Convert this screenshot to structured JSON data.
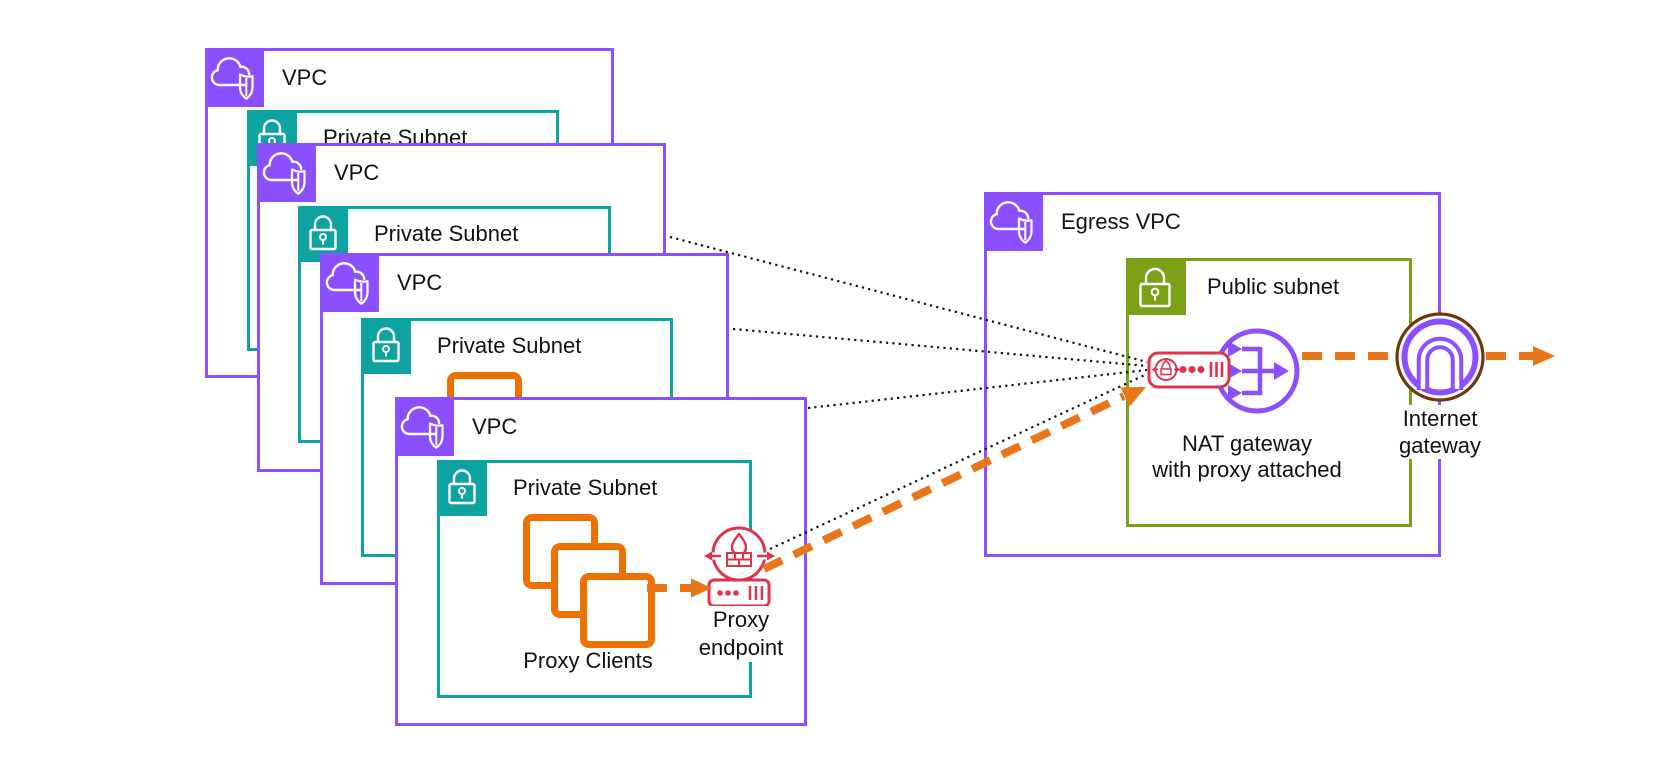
{
  "diagram": {
    "vpcs": [
      {
        "label": "VPC",
        "subnet": {
          "label": "Private Subnet"
        }
      },
      {
        "label": "VPC",
        "subnet": {
          "label": "Private Subnet"
        }
      },
      {
        "label": "VPC",
        "subnet": {
          "label": "Private Subnet"
        }
      },
      {
        "label": "VPC",
        "subnet": {
          "label": "Private Subnet"
        }
      }
    ],
    "proxy_clients": {
      "label": "Proxy Clients"
    },
    "proxy_endpoint": {
      "label_line1": "Proxy",
      "label_line2": "endpoint"
    },
    "egress_vpc": {
      "label": "Egress VPC"
    },
    "public_subnet": {
      "label": "Public subnet"
    },
    "nat_gateway": {
      "label_line1": "NAT gateway",
      "label_line2": "with proxy attached"
    },
    "internet_gateway": {
      "label_line1": "Internet",
      "label_line2": "gateway"
    },
    "icons": {
      "vpc": "cloud-with-shield",
      "private_subnet": "lock",
      "public_subnet": "lock",
      "proxy_clients": "stacked-squares",
      "proxy_endpoint": "firewall-circle-over-server",
      "nat_gateway_with_proxy": "red-proxy-module-on-merge-arrows-circle",
      "internet_gateway": "arch-in-double-circle"
    },
    "colors": {
      "vpc_purple": "#8C4FFF",
      "private_subnet_teal": "#0EA3A1",
      "public_subnet_green": "#7AA116",
      "client_orange": "#ED7100",
      "traffic_arrow_orange": "#E8751A",
      "proxy_red": "#DD344C",
      "igw_ring_brown": "#6F370B",
      "connector_black": "#111111"
    },
    "connections": [
      {
        "from": "private-subnet-vpc-2",
        "to": "nat-gateway-proxy",
        "style": "black-dotted"
      },
      {
        "from": "private-subnet-vpc-3",
        "to": "nat-gateway-proxy",
        "style": "black-dotted"
      },
      {
        "from": "private-subnet-vpc-4",
        "to": "nat-gateway-proxy",
        "style": "black-dotted"
      },
      {
        "from": "proxy-endpoint",
        "to": "nat-gateway-proxy",
        "style": "black-dotted"
      },
      {
        "from": "proxy-clients",
        "to": "proxy-endpoint",
        "style": "orange-dashed-arrow"
      },
      {
        "from": "proxy-endpoint",
        "to": "nat-gateway-proxy",
        "style": "orange-dashed-arrow"
      },
      {
        "from": "nat-gateway",
        "to": "internet-gateway",
        "style": "orange-dashed"
      },
      {
        "from": "internet-gateway",
        "to": "internet",
        "style": "orange-dashed-arrow"
      }
    ]
  }
}
